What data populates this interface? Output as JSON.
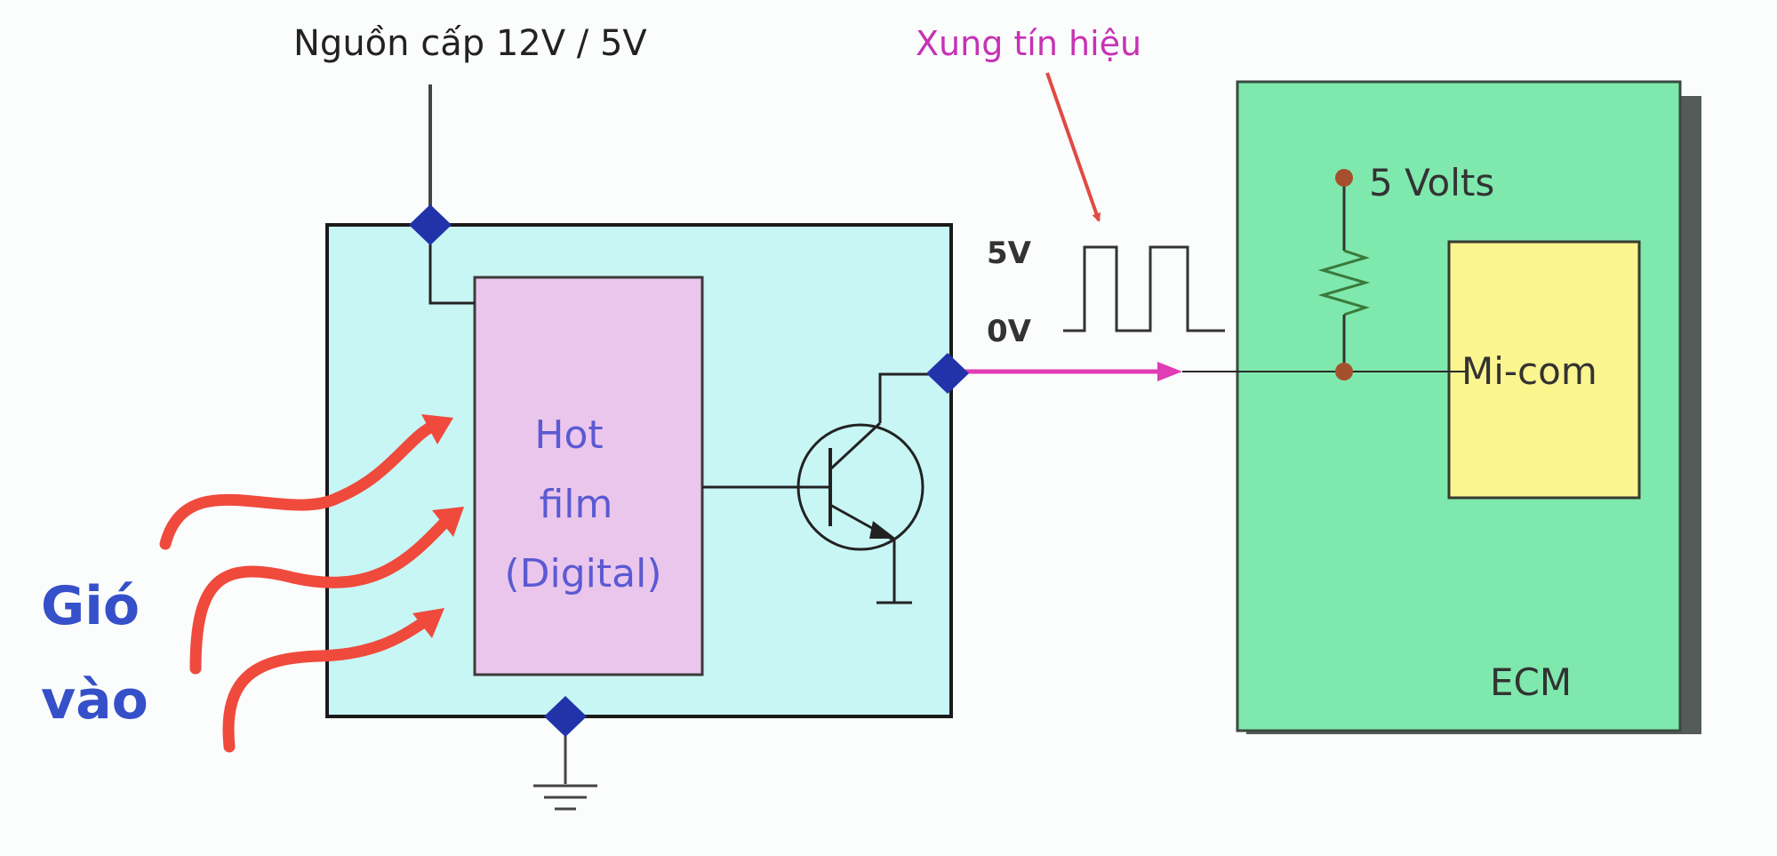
{
  "power_label": "Nguồn cấp 12V / 5V",
  "signal_label": "Xung tín hiệu",
  "hot_film": {
    "line1": "Hot",
    "line2": "film",
    "line3": "(Digital)"
  },
  "waveform": {
    "high_label": "5V",
    "low_label": "0V"
  },
  "ecm": {
    "supply_label": "5 Volts",
    "micom_label": "Mi-com",
    "title": "ECM"
  },
  "air_in": {
    "line1": "Gió",
    "line2": "vào"
  },
  "colors": {
    "sensor_box": "#c8f6f4",
    "hot_film": "#ebc6ec",
    "ecm_box": "#7fe8ad",
    "micom_box": "#fbf58f",
    "node": "#2233aa",
    "signal_wire": "#e03cb4",
    "air_arrows": "#ef4a3c",
    "air_text": "#3550c8",
    "hot_film_text": "#5a5ad2",
    "signal_text": "#c632b4",
    "ecm_node": "#a5502c"
  }
}
